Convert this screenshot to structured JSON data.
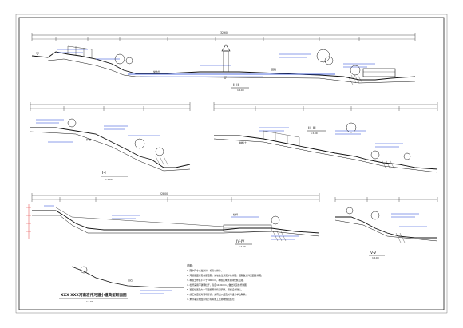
{
  "drawing": {
    "main_title": "XXX XXX河南宏伟河道小道典型断面图",
    "main_title_scale": "1:100",
    "sections": [
      {
        "id": "s2",
        "label": "II-II",
        "scale": "1:100"
      },
      {
        "id": "s1",
        "label": "I-I",
        "scale": "1:100"
      },
      {
        "id": "s3",
        "label": "III-III",
        "scale": "1:100"
      },
      {
        "id": "s4",
        "label": "IV-IV",
        "scale": "1:100"
      },
      {
        "id": "s5",
        "label": "V-V",
        "scale": "1:100"
      }
    ],
    "dims": {
      "s2_total": "32900",
      "s4_total": "22800"
    },
    "annotations": {
      "water": "常水位",
      "path": "园路",
      "slope": "护坡",
      "plant": "种植土",
      "rail": "栏杆",
      "stone": "置石"
    },
    "notes_title": "说明：",
    "notes": [
      "1. 图中尺寸以毫米计，标高以米计。",
      "2. 河道断面详见各断面图，护坡做法详见护坡详图，园路做法详见园路详图。",
      "3. 种植土厚度不小于300mm，种植区域详见绿化施工图。",
      "4. 栏杆采用不锈钢栏杆，高度1100mm，做法详见栏杆详图。",
      "5. 置石位置及大小可根据现场情况调整，须经设计确认。",
      "6. 施工前应核对现场标高，如有出入应及时与设计单位联系。",
      "7. 未尽事宜按国家现行有关施工及验收规范执行。"
    ]
  }
}
